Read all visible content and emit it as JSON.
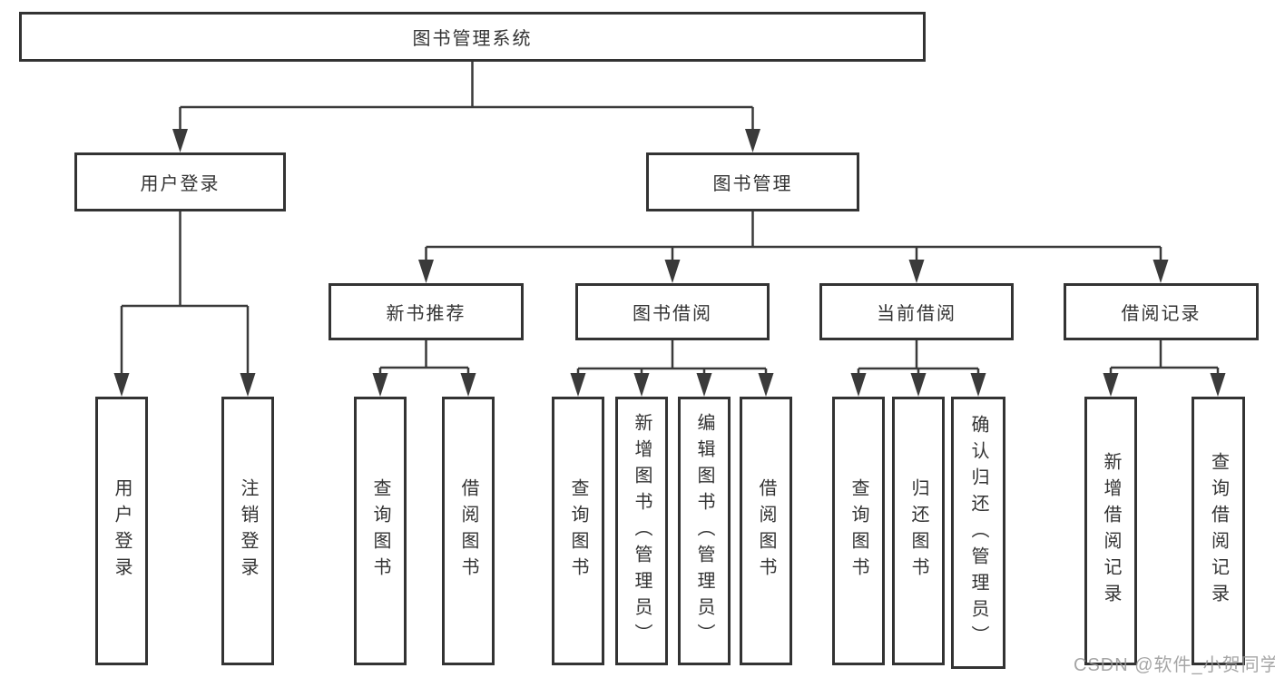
{
  "diagram": {
    "title": "图书管理系统",
    "nodes": {
      "root": {
        "label": "图书管理系统"
      },
      "user_login": {
        "label": "用户登录"
      },
      "book_mgmt": {
        "label": "图书管理"
      },
      "login": {
        "label": "用户登录"
      },
      "logout": {
        "label": "注销登录"
      },
      "new_book_rec": {
        "label": "新书推荐"
      },
      "book_borrow": {
        "label": "图书借阅"
      },
      "current_borrow": {
        "label": "当前借阅"
      },
      "borrow_record": {
        "label": "借阅记录"
      },
      "nb_query": {
        "label": "查询图书"
      },
      "nb_borrow": {
        "label": "借阅图书"
      },
      "bb_query": {
        "label": "查询图书"
      },
      "bb_add": {
        "label": "新增图书（管理员）"
      },
      "bb_edit": {
        "label": "编辑图书（管理员）"
      },
      "bb_borrow": {
        "label": "借阅图书"
      },
      "cb_query": {
        "label": "查询图书"
      },
      "cb_return": {
        "label": "归还图书"
      },
      "cb_confirm": {
        "label": "确认归还（管理员）"
      },
      "br_add": {
        "label": "新增借阅记录"
      },
      "br_query": {
        "label": "查询借阅记录"
      }
    },
    "hierarchy": {
      "root": [
        "user_login",
        "book_mgmt"
      ],
      "user_login": [
        "login",
        "logout"
      ],
      "book_mgmt": [
        "new_book_rec",
        "book_borrow",
        "current_borrow",
        "borrow_record"
      ],
      "new_book_rec": [
        "nb_query",
        "nb_borrow"
      ],
      "book_borrow": [
        "bb_query",
        "bb_add",
        "bb_edit",
        "bb_borrow"
      ],
      "current_borrow": [
        "cb_query",
        "cb_return",
        "cb_confirm"
      ],
      "borrow_record": [
        "br_add",
        "br_query"
      ]
    },
    "watermark": "CSDN @软件_小贺同学",
    "colors": {
      "line": "#3a3a3a",
      "border": "#333333",
      "text": "#333333",
      "watermark": "#969696",
      "background": "#ffffff"
    }
  }
}
